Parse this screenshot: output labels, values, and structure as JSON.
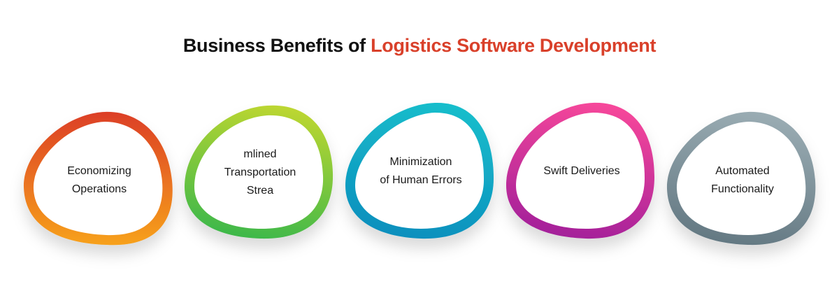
{
  "header": {
    "title_part1": "Business Benefits of ",
    "title_part2": "Logistics Software Development",
    "accent_color": "#d9402a"
  },
  "benefits": [
    {
      "lines": [
        "Economizing",
        "Operations"
      ],
      "gradient_top": "#dc3f26",
      "gradient_bottom": "#f7a11c"
    },
    {
      "lines": [
        "mlined",
        "Transportation",
        "Strea"
      ],
      "gradient_top": "#bcd630",
      "gradient_bottom": "#3db84a"
    },
    {
      "lines": [
        "Minimization",
        "of Human Errors"
      ],
      "gradient_top": "#19bdcb",
      "gradient_bottom": "#0a8fbd"
    },
    {
      "lines": [
        "Swift Deliveries"
      ],
      "gradient_top": "#f6479a",
      "gradient_bottom": "#a3209a"
    },
    {
      "lines": [
        "Automated",
        "Functionality"
      ],
      "gradient_top": "#9aacb3",
      "gradient_bottom": "#637882"
    }
  ]
}
